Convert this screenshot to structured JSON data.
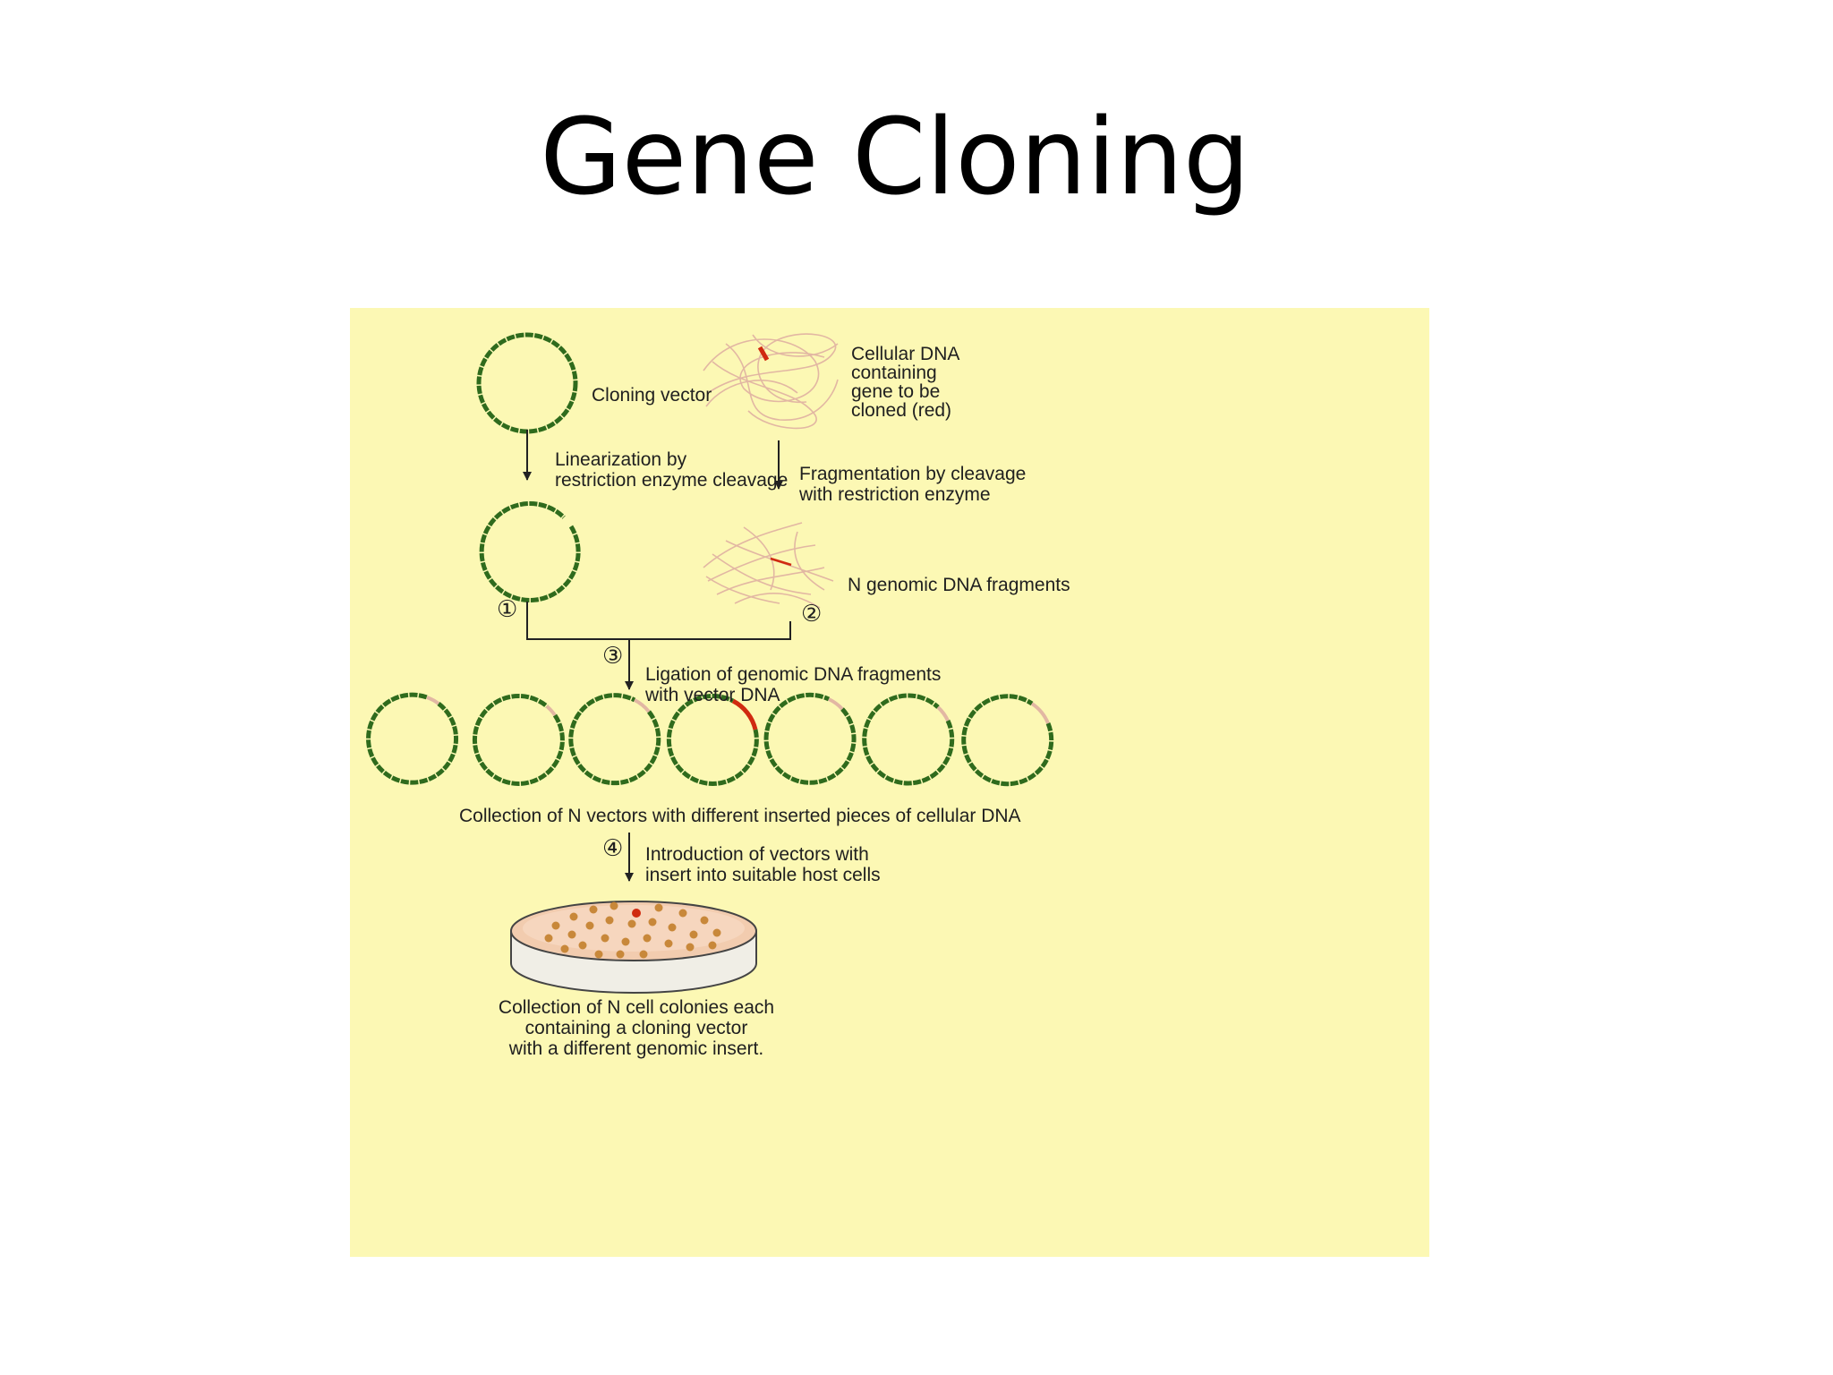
{
  "slide": {
    "title": "Gene Cloning"
  },
  "diagram": {
    "labels": {
      "cloning_vector": "Cloning vector",
      "cellular_dna": "Cellular DNA\ncontaining\ngene to be\ncloned (red)",
      "linearization": "Linearization by\nrestriction enzyme cleavage",
      "fragmentation": "Fragmentation by cleavage\nwith restriction enzyme",
      "fragments": "N genomic DNA fragments",
      "ligation": "Ligation of genomic DNA fragments\nwith vector DNA",
      "collection_vectors": "Collection of N vectors with different inserted pieces of cellular DNA",
      "introduction": "Introduction of vectors with\ninsert into suitable host cells",
      "collection_colonies": "Collection of N cell colonies each containing a cloning vector\nwith a different genomic insert."
    },
    "step_markers": [
      "①",
      "②",
      "③",
      "④"
    ],
    "colors": {
      "background": "#fcf8b4",
      "vector_dna": "#2f6b1d",
      "gene_insert": "#d02a10",
      "cellular_dna_strand": "#e2b7a3",
      "colony": "#c8883a",
      "arrow": "#222222"
    }
  }
}
